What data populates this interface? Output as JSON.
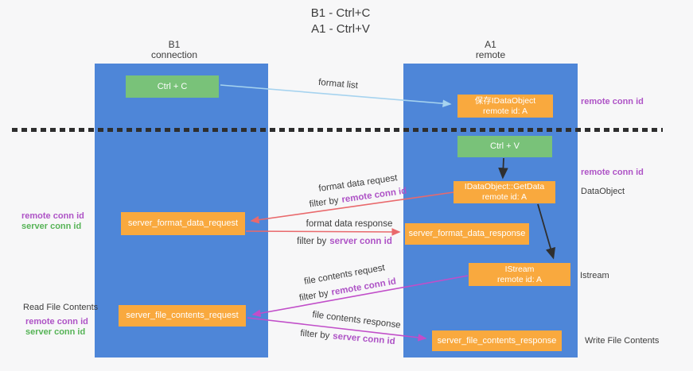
{
  "title": {
    "line1": "B1 - Ctrl+C",
    "line2": "A1 - Ctrl+V"
  },
  "lifelines": {
    "left": {
      "name": "B1",
      "role": "connection"
    },
    "right": {
      "name": "A1",
      "role": "remote"
    }
  },
  "boxes": {
    "ctrl_c": {
      "label": "Ctrl + C"
    },
    "save_idataobject": {
      "line1": "保存IDataObject",
      "line2": "remote id: A"
    },
    "ctrl_v": {
      "label": "Ctrl + V"
    },
    "getdata": {
      "line1": "IDataObject::GetData",
      "line2": "remote id: A"
    },
    "server_format_data_request": {
      "label": "server_format_data_request"
    },
    "server_format_data_response": {
      "label": "server_format_data_response"
    },
    "istream": {
      "line1": "IStream",
      "line2": "remote id: A"
    },
    "server_file_contents_request": {
      "label": "server_file_contents_request"
    },
    "server_file_contents_response": {
      "label": "server_file_contents_response"
    }
  },
  "arrows": {
    "format_list": {
      "label": "format list"
    },
    "format_data_request": {
      "label": "format data request",
      "filter_prefix": "filter by",
      "filter_key": "remote conn id"
    },
    "format_data_response": {
      "label": "format data response",
      "filter_prefix": "filter by",
      "filter_key": "server conn id"
    },
    "file_contents_request": {
      "label": "file contents request",
      "filter_prefix": "filter by",
      "filter_key": "remote conn id"
    },
    "file_contents_response": {
      "label": "file contents response",
      "filter_prefix": "filter by",
      "filter_key": "server conn id"
    }
  },
  "side_labels": {
    "right_top_remote_conn_id": "remote conn id",
    "right_mid_remote_conn_id": "remote conn id",
    "dataobject": "DataObject",
    "istream": "Istream",
    "write_file_contents": "Write File Contents",
    "left_mid_remote_conn_id": "remote conn id",
    "left_mid_server_conn_id": "server conn id",
    "read_file_contents": "Read File Contents",
    "left_bottom_remote_conn_id": "remote conn id",
    "left_bottom_server_conn_id": "server conn id"
  },
  "colors": {
    "lifeline_blue": "#4e86d8",
    "action_green": "#79c279",
    "message_orange": "#f9a93e",
    "request_red": "#e9696c",
    "contents_magenta": "#c14ec9",
    "format_list_blue": "#a6d3ef",
    "conn_purple": "#ae53c6",
    "conn_green": "#56b356",
    "text_dark": "#3c3c3c"
  }
}
